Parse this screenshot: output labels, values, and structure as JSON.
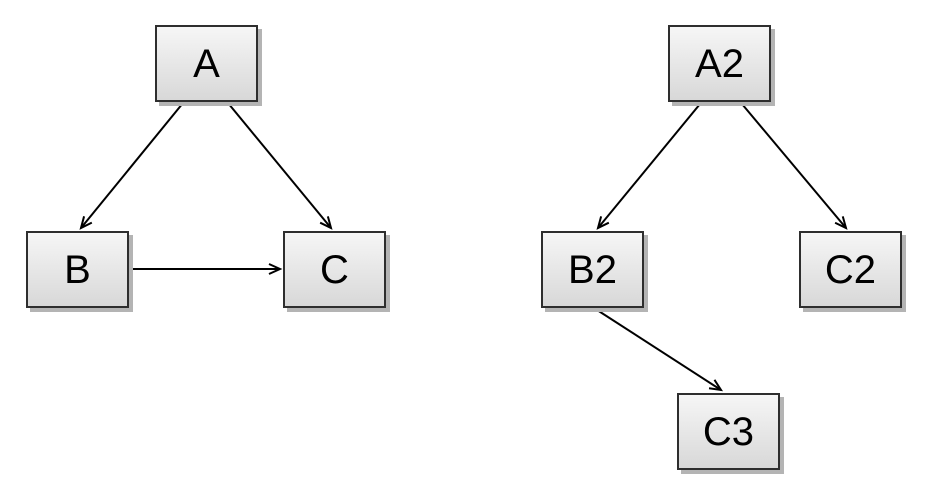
{
  "left_diagram": {
    "nodes": [
      {
        "id": "A",
        "label": "A"
      },
      {
        "id": "B",
        "label": "B"
      },
      {
        "id": "C",
        "label": "C"
      }
    ],
    "edges": [
      {
        "from": "A",
        "to": "B"
      },
      {
        "from": "A",
        "to": "C"
      },
      {
        "from": "B",
        "to": "C"
      }
    ]
  },
  "right_diagram": {
    "nodes": [
      {
        "id": "A2",
        "label": "A2"
      },
      {
        "id": "B2",
        "label": "B2"
      },
      {
        "id": "C2",
        "label": "C2"
      },
      {
        "id": "C3",
        "label": "C3"
      }
    ],
    "edges": [
      {
        "from": "A2",
        "to": "B2"
      },
      {
        "from": "A2",
        "to": "C2"
      },
      {
        "from": "B2",
        "to": "C3"
      }
    ]
  },
  "colors": {
    "background": "#ffffff",
    "node_border": "#2e2e2e",
    "node_fill_top": "#f6f6f6",
    "node_fill_bottom": "#d8d8d8",
    "node_shadow": "#b4b4b4",
    "arrow_color": "#000000",
    "label_color": "#000000"
  }
}
